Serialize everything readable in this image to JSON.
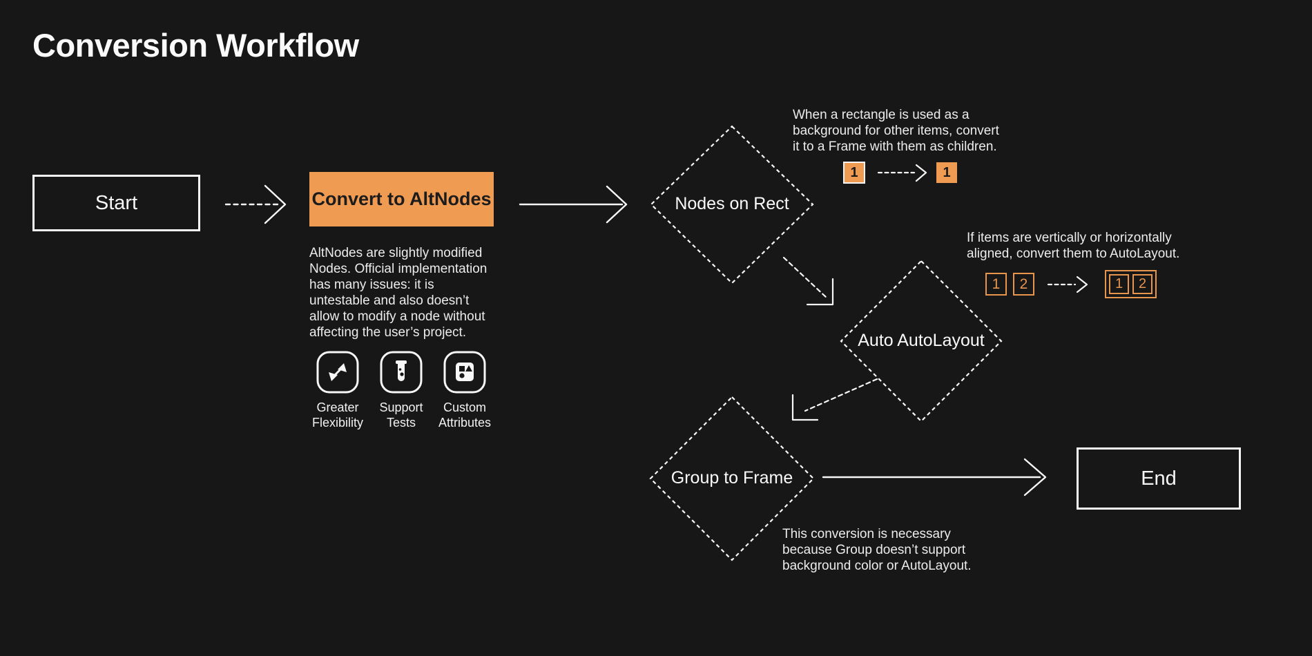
{
  "page": {
    "title": "Conversion Workflow",
    "background_color": "#171717",
    "accent_orange": "#F09B52",
    "outline_orange": "#E8954E",
    "line_color": "#FFFFFF"
  },
  "nodes": {
    "start": {
      "label": "Start",
      "shape": "rectangle"
    },
    "convert_altnodes": {
      "label": "Convert to AltNodes",
      "shape": "rectangle",
      "fill": "#F09B52"
    },
    "nodes_on_rect": {
      "label": "Nodes on Rect",
      "shape": "diamond-dashed"
    },
    "auto_autolayout": {
      "label": "Auto AutoLayout",
      "shape": "diamond-dashed"
    },
    "group_to_frame": {
      "label": "Group to Frame",
      "shape": "diamond-dashed"
    },
    "end": {
      "label": "End",
      "shape": "rectangle"
    }
  },
  "altnodes_note": {
    "lines": [
      "AltNodes are slightly modified",
      "Nodes. Official implementation",
      "has many issues: it is",
      "untestable and also doesn’t",
      "allow to modify a node without",
      "affecting the user’s project."
    ]
  },
  "features": [
    {
      "icon": "expand-arrows-icon",
      "label_lines": [
        "Greater",
        "Flexibility"
      ]
    },
    {
      "icon": "test-tube-icon",
      "label_lines": [
        "Support",
        "Tests"
      ]
    },
    {
      "icon": "shapes-icon",
      "label_lines": [
        "Custom",
        "Attributes"
      ]
    }
  ],
  "annotations": {
    "rect_bg": {
      "lines": [
        "When a rectangle is used as a",
        "background for other items, convert",
        "it to a Frame with them as children."
      ],
      "before_badges": [
        "1"
      ],
      "after_badges": [
        "1"
      ]
    },
    "autolayout": {
      "lines": [
        "If items are vertically or horizontally",
        "aligned, convert them to AutoLayout."
      ],
      "before_badges": [
        "1",
        "2"
      ],
      "after_badges": [
        "1",
        "2"
      ]
    },
    "group_frame": {
      "lines": [
        "This conversion is necessary",
        "because Group doesn’t support",
        "background color or AutoLayout."
      ]
    }
  }
}
